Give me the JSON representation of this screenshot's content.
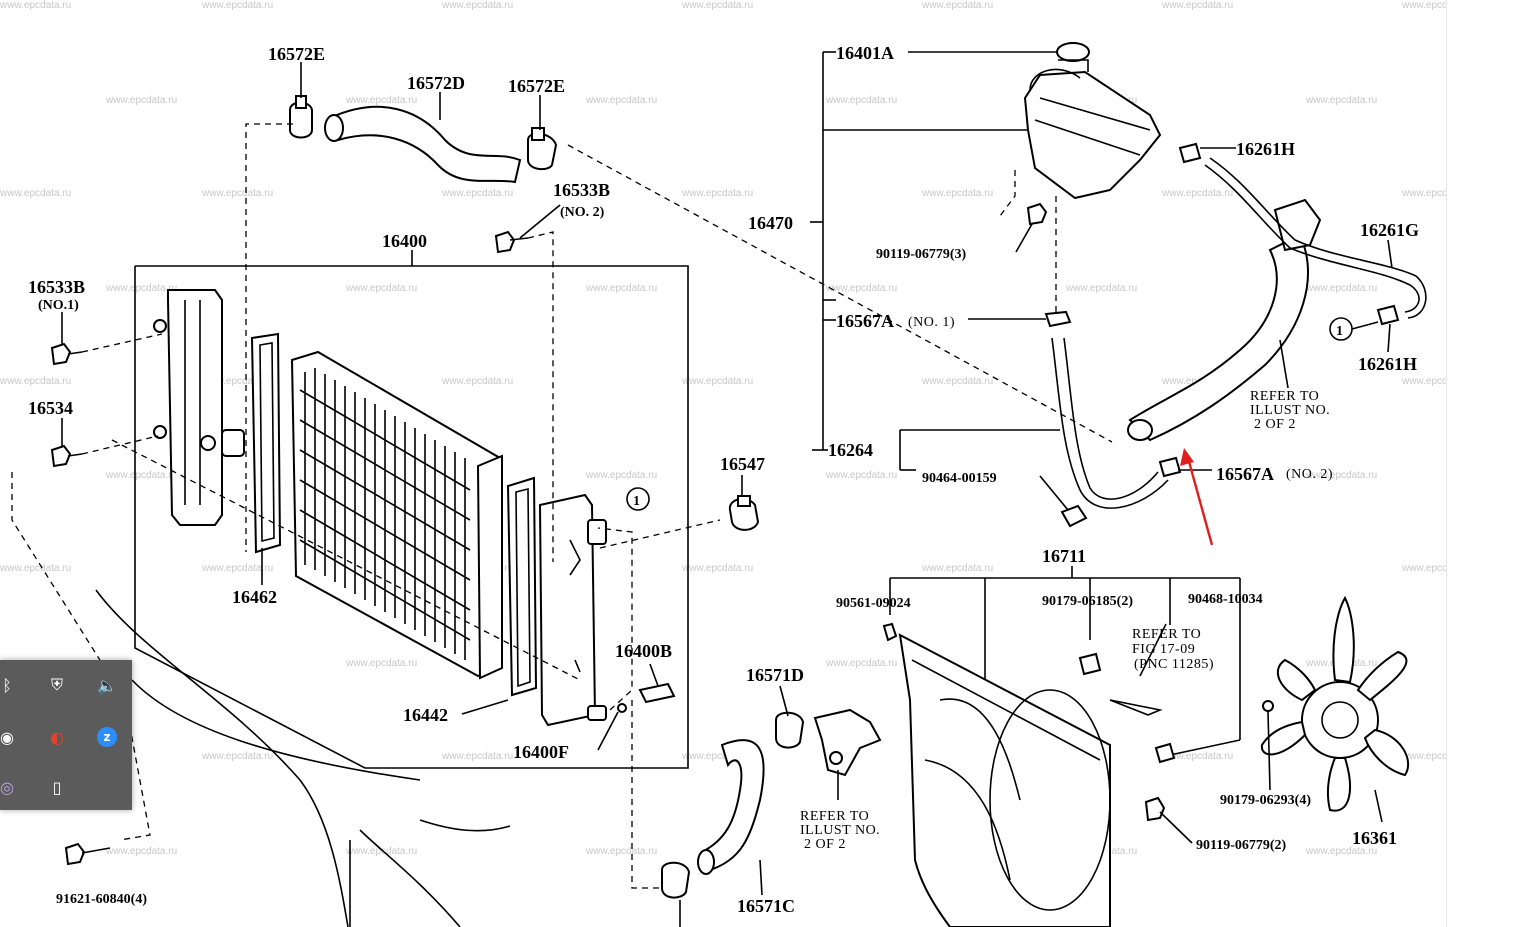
{
  "watermark": "www.epcdata.ru",
  "parts": {
    "p16572E_a": "16572E",
    "p16572D": "16572D",
    "p16572E_b": "16572E",
    "p16533B_no2": "16533B",
    "no2": "(NO. 2)",
    "p16400": "16400",
    "p16533B_no1": "16533B",
    "no1": "(NO.1)",
    "p16534": "16534",
    "p16462": "16462",
    "p16442": "16442",
    "p16400F": "16400F",
    "p16400B": "16400B",
    "p16547": "16547",
    "p16571D": "16571D",
    "p16571C": "16571C",
    "p91621": "91621-60840(4)",
    "p16401A": "16401A",
    "p16470": "16470",
    "p90119_3": "90119-06779(3)",
    "p16567A_1": "16567A",
    "no1_b": "(NO. 1)",
    "p16264": "16264",
    "p90464": "90464-00159",
    "p16567A_2": "16567A",
    "no2_b": "(NO. 2)",
    "p16261H_a": "16261H",
    "p16261G": "16261G",
    "p16261H_b": "16261H",
    "p16711": "16711",
    "p90561": "90561-09024",
    "p90179_2": "90179-06185(2)",
    "p90468": "90468-10034",
    "p90179_4": "90179-06293(4)",
    "p16361": "16361",
    "p90119_2": "90119-06779(2)",
    "circle1": "1"
  },
  "refer_notes": {
    "ref1": [
      "REFER TO",
      "ILLUST NO.",
      "2 OF 2"
    ],
    "ref2": [
      "REFER TO",
      "FIG 17-09",
      "(PNC 11285)"
    ],
    "ref3": [
      "REFER TO",
      "ILLUST NO.",
      "2 OF 2"
    ]
  },
  "arrow_color": "#e0201c",
  "taskbar_tray": {
    "icons": [
      "bluetooth-icon",
      "shield-icon",
      "speaker-icon",
      "eye-icon",
      "app-icon",
      "zoom-icon",
      "browser-icon",
      "usb-drive-icon"
    ]
  }
}
